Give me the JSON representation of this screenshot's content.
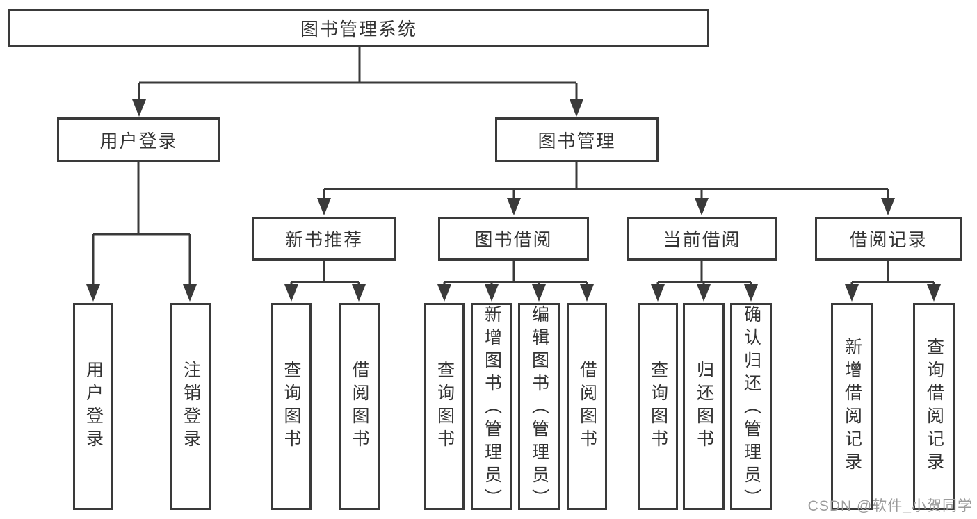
{
  "tree": {
    "root": {
      "label": "图书管理系统"
    },
    "level2": [
      {
        "label": "用户登录",
        "children": [
          {
            "label": "用户登录"
          },
          {
            "label": "注销登录"
          }
        ]
      },
      {
        "label": "图书管理"
      }
    ],
    "level3": [
      {
        "label": "新书推荐",
        "children": [
          {
            "label": "查询图书"
          },
          {
            "label": "借阅图书"
          }
        ]
      },
      {
        "label": "图书借阅",
        "children": [
          {
            "label": "查询图书"
          },
          {
            "label": "新增图书（管理员）"
          },
          {
            "label": "编辑图书（管理员）"
          },
          {
            "label": "借阅图书"
          }
        ]
      },
      {
        "label": "当前借阅",
        "children": [
          {
            "label": "查询图书"
          },
          {
            "label": "归还图书"
          },
          {
            "label": "确认归还（管理员）"
          }
        ]
      },
      {
        "label": "借阅记录",
        "children": [
          {
            "label": "新增借阅记录"
          },
          {
            "label": "查询借阅记录"
          }
        ]
      }
    ]
  },
  "watermark": {
    "text": "CSDN @软件_小贺同学"
  },
  "colors": {
    "line": "#3a3a3a",
    "text": "#333333",
    "bg": "#ffffff",
    "watermark": "#9b9b9b"
  }
}
